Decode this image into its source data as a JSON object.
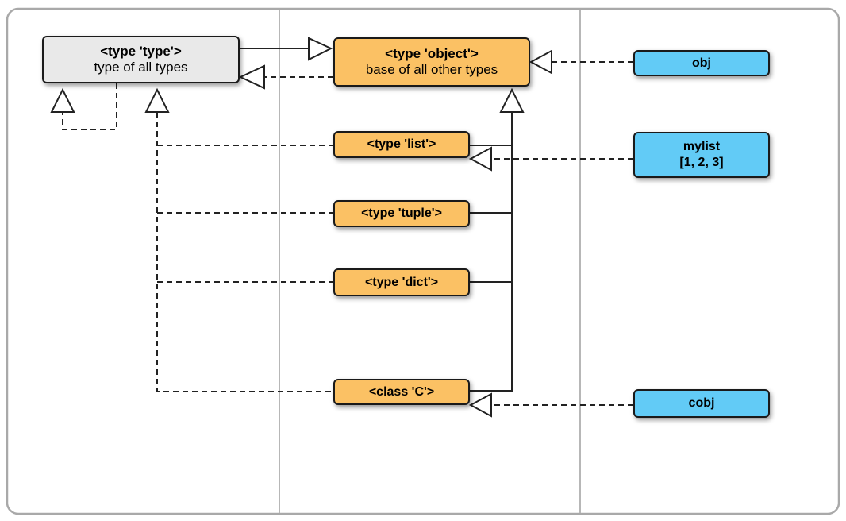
{
  "colors": {
    "class-fill": "#FBC164",
    "metaclass-fill": "#E9E9E9",
    "instance-fill": "#62CBF6",
    "node-border": "#1A1A1A",
    "line": "#222222",
    "frame": "#A9A9A9",
    "divider": "#B7B7B7"
  },
  "nodes": {
    "type_type": {
      "title": "<type 'type'>",
      "subtitle": "type of all types"
    },
    "type_object": {
      "title": "<type 'object'>",
      "subtitle": "base of all other types"
    },
    "type_list": {
      "title": "<type 'list'>"
    },
    "type_tuple": {
      "title": "<type 'tuple'>"
    },
    "type_dict": {
      "title": "<type 'dict'>"
    },
    "class_c": {
      "title": "<class 'C'>"
    },
    "obj": {
      "title": "obj"
    },
    "mylist": {
      "title": "mylist",
      "subtitle": "[1, 2, 3]"
    },
    "cobj": {
      "title": "cobj"
    }
  }
}
